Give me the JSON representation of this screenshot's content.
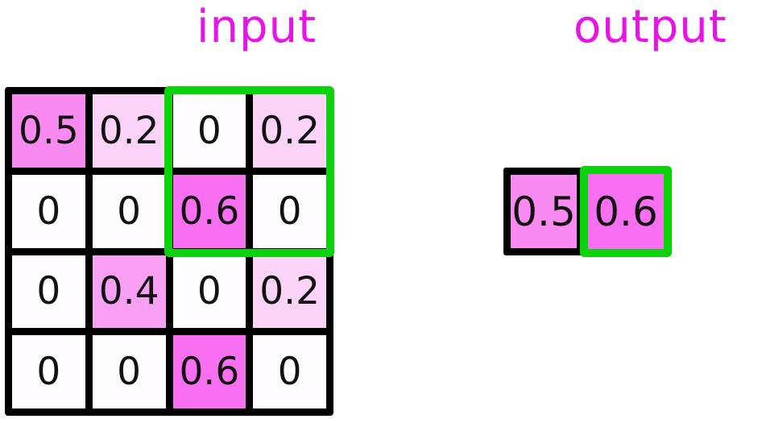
{
  "colors": {
    "title_magenta": "#e713e7",
    "highlight_green": "#0bd30b",
    "grid_line_black": "#000000",
    "number_text": "#121212",
    "value_colors": {
      "0": "#fffdff",
      "0.2": "#fbd3f9",
      "0.4": "#faa0f4",
      "0.5": "#f98af1",
      "0.6": "#f96ff2"
    }
  },
  "input": {
    "title": "input",
    "grid": [
      [
        "0.5",
        "0.2",
        "0",
        "0.2"
      ],
      [
        "0",
        "0",
        "0.6",
        "0"
      ],
      [
        "0",
        "0.4",
        "0",
        "0.2"
      ],
      [
        "0",
        "0",
        "0.6",
        "0"
      ]
    ],
    "highlight_window": {
      "rows": [
        0,
        1
      ],
      "cols": [
        2,
        3
      ]
    }
  },
  "output": {
    "title": "output",
    "cells": [
      {
        "value": "0.5",
        "highlighted": false
      },
      {
        "value": "0.6",
        "highlighted": true
      }
    ]
  }
}
